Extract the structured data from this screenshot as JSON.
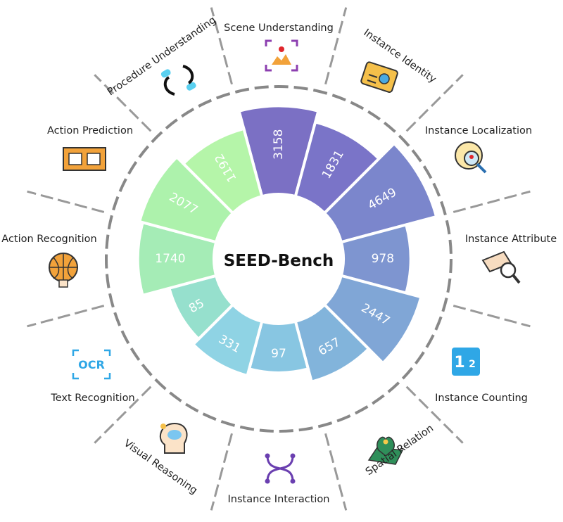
{
  "chart_data": {
    "type": "bar",
    "subtype": "radial-bar",
    "title": "SEED-Bench",
    "categories": [
      "Scene Understanding",
      "Instance Identity",
      "Instance Localization",
      "Instance Attribute",
      "Instance Counting",
      "Spatial Relation",
      "Instance Interaction",
      "Visual Reasoning",
      "Text Recognition",
      "Action Recognition",
      "Action Prediction",
      "Procedure Understanding"
    ],
    "values": [
      3158,
      1831,
      4649,
      978,
      2447,
      657,
      97,
      331,
      85,
      1740,
      2077,
      1192
    ],
    "bar_colors": [
      "#7b70c4",
      "#7a74c8",
      "#7b86cc",
      "#7e95d0",
      "#80a6d6",
      "#82b4db",
      "#88c6e2",
      "#8fd3e4",
      "#96e0cd",
      "#a5ecb6",
      "#adf2ac",
      "#b5f5a9"
    ],
    "icons": [
      "scene-image-icon",
      "id-badge-icon",
      "globe-magnifier-icon",
      "tag-magnifier-icon",
      "counting-digits-icon",
      "map-pin-icon",
      "interaction-paths-icon",
      "head-bulb-icon",
      "ocr-frame-icon",
      "basketball-hand-icon",
      "film-strip-icon",
      "cycle-arrows-icon"
    ],
    "grid": false,
    "legend": "none"
  },
  "ocr_text": "OCR"
}
